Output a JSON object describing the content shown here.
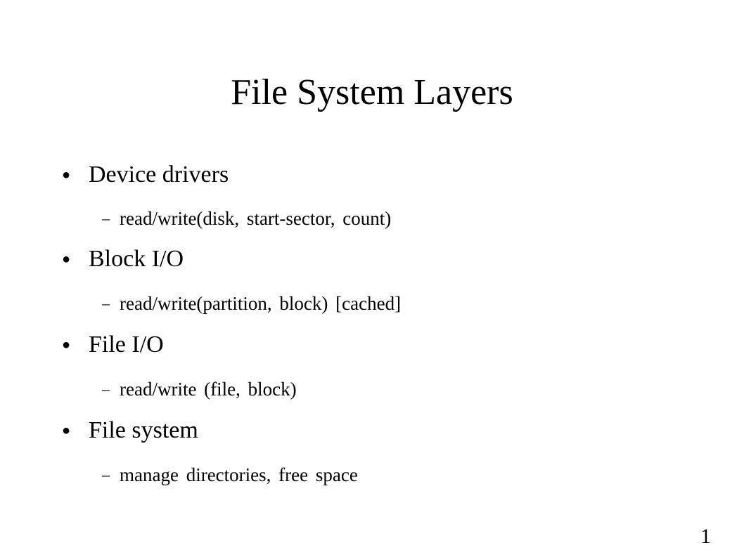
{
  "slide": {
    "title": "File System Layers",
    "bullets": [
      {
        "marker": "●",
        "text": "Device drivers",
        "sub": {
          "marker": "–",
          "text": "read/write(disk, start-sector, count)"
        }
      },
      {
        "marker": "●",
        "text": "Block I/O",
        "sub": {
          "marker": "–",
          "text": "read/write(partition, block) [cached]"
        }
      },
      {
        "marker": "●",
        "text": "File I/O",
        "sub": {
          "marker": "–",
          "text": "read/write (file, block)"
        }
      },
      {
        "marker": "●",
        "text": "File system",
        "sub": {
          "marker": "–",
          "text": "manage directories, free space"
        }
      }
    ],
    "page_number": "1"
  }
}
